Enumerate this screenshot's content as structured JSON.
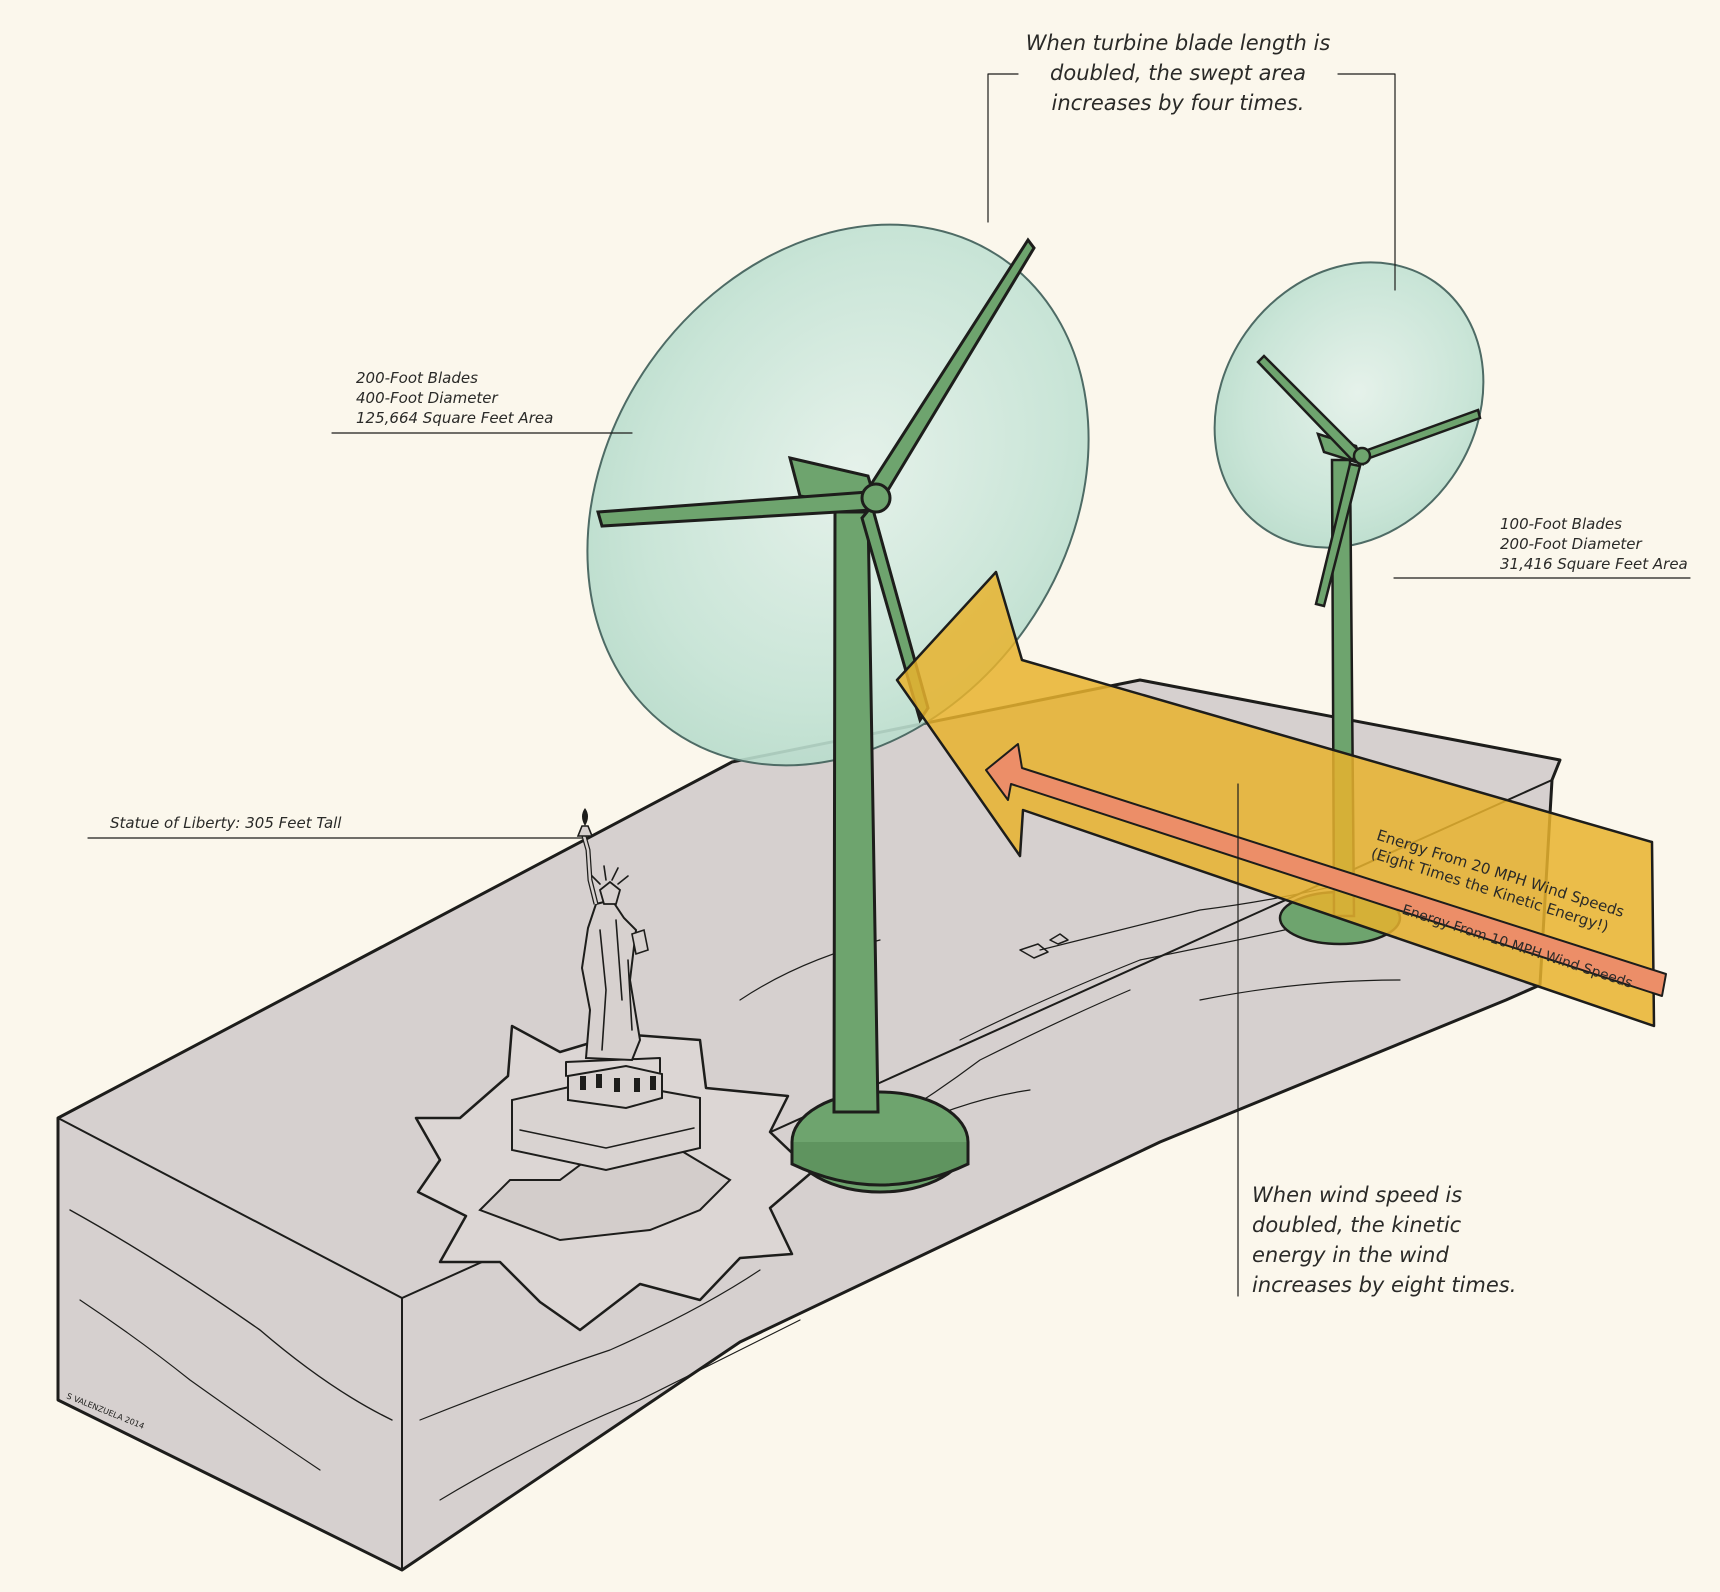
{
  "colors": {
    "background": "#fbf7ec",
    "ground": "#d6d0cf",
    "turbine_green": "#6ea46e",
    "swept_area": "#b9dfcf",
    "arrow_20mph": "#e8b32e",
    "arrow_10mph": "#ec8e68",
    "ink": "#1d1d1b"
  },
  "callouts": {
    "blade_length": [
      "When turbine blade length is",
      "doubled, the swept area",
      "increases by four times."
    ],
    "wind_speed": [
      "When wind speed is",
      "doubled, the kinetic",
      "energy in the wind",
      "increases by eight times."
    ]
  },
  "large_turbine": {
    "lines": [
      "200-Foot Blades",
      "400-Foot Diameter",
      "125,664 Square Feet Area"
    ]
  },
  "small_turbine": {
    "lines": [
      "100-Foot Blades",
      "200-Foot Diameter",
      "31,416 Square Feet Area"
    ]
  },
  "statue": {
    "label": "Statue of Liberty: 305 Feet Tall"
  },
  "arrows": {
    "wind_20mph_line1": "Energy From 20 MPH Wind Speeds",
    "wind_20mph_line2": "(Eight Times the Kinetic Energy!)",
    "wind_10mph": "Energy From 10 MPH Wind Speeds"
  },
  "signature": {
    "text": "S VALENZUELA 2014"
  },
  "icons": {
    "large_turbine": "wind-turbine-icon",
    "small_turbine": "wind-turbine-icon",
    "statue": "statue-of-liberty-icon",
    "wind_arrow": "arrow-left-icon"
  }
}
